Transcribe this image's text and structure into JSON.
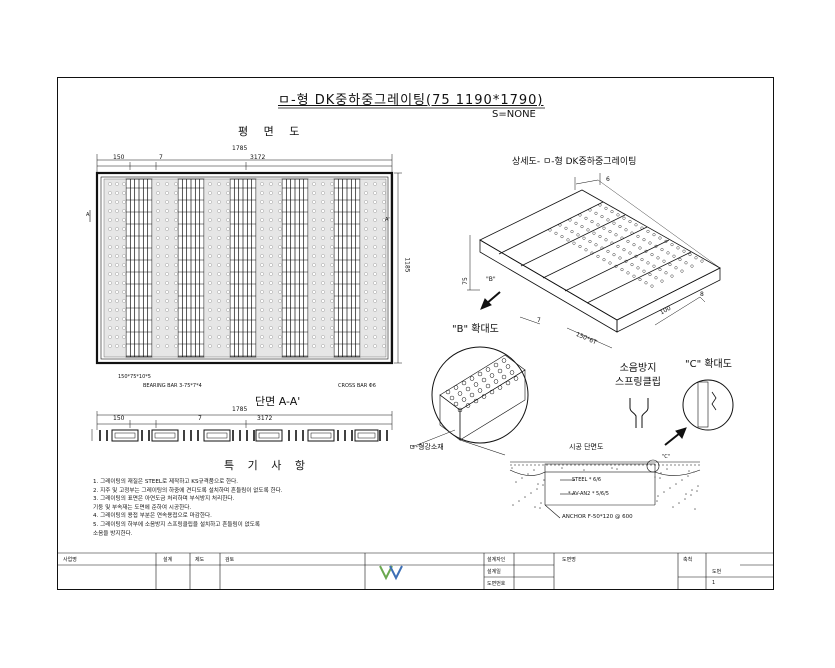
{
  "drawing": {
    "title": "ㅁ-형 DK중하중그레이팅(75 1190*1790)",
    "scale": "S=NONE",
    "plan_label": "평 면 도",
    "section_label": "단면 A-A'",
    "notes_title": "특 기 사 항",
    "notes": [
      "1. 그레이팅의 재질은 STEEL로 제작하고 KS규격품으로 한다.",
      "2. 지주 및 고정부는 그레이팅의 하중에 견디도록 설치하며 흔들림이 없도록 한다.",
      "3. 그레이팅의 표면은 아연도금 처리하며 부식방지 처리한다.",
      "   기둥 및 부속재는 도면에 준하여 시공한다.",
      "4. 그레이팅의 용접 부분은 연속용접으로 마감한다.",
      "5. 그레이팅의 하부에 소음방지 스프링클립을 설치하고 흔들림이 없도록",
      "   소음을 방지한다."
    ]
  },
  "plan": {
    "overall_width": "1785",
    "pitch_top": "3172",
    "pitch_left": "150",
    "pitch_small": "7",
    "overall_height": "1185",
    "frame_note": "150*75*10*5",
    "bearing_bar": "BEARING BAR 3-75*7*4",
    "cross_bar": "CROSS BAR Φ6",
    "section_marks": [
      "A",
      "A'"
    ]
  },
  "section": {
    "overall_width": "1785",
    "pitch_left": "150",
    "pitch_small": "7",
    "pitch_right": "3172"
  },
  "iso": {
    "title": "상세도- ㅁ-형 DK중하중그레이팅",
    "dim_6": "6",
    "dim_75": "75",
    "dim_8": "8",
    "dim_100": "100",
    "dim_7": "7",
    "dim_frame": "150*6T",
    "callout_b": "\"B\""
  },
  "detail_b": {
    "title": "\"B\" 확대도",
    "part_label": "ㅁ-형강소재"
  },
  "detail_c": {
    "clip_title_1": "소음방지",
    "clip_title_2": "스프링클립",
    "title": "\"C\" 확대도",
    "install_title": "시공 단면도",
    "install_callout": "\"C\"",
    "anchor": "ANCHOR F-50*120 @ 600",
    "note_1": "STEEL * 6/6",
    "note_2": "* AV-AN2 * 5/6/5"
  },
  "title_block": {
    "project_label": "사업명",
    "designed": "설계",
    "drawn": "제도",
    "checked": "검토",
    "approve1": "설계자인",
    "approve2": "설계일",
    "approve3": "도면번호",
    "drawing_name": "도면명",
    "scale_label": "축척",
    "sheet_no": "도번",
    "page_no": "1"
  },
  "colors": {
    "line": "#111111",
    "paper": "#ffffff",
    "logo_green": "#6aa84f",
    "logo_blue": "#3d6fb6"
  }
}
